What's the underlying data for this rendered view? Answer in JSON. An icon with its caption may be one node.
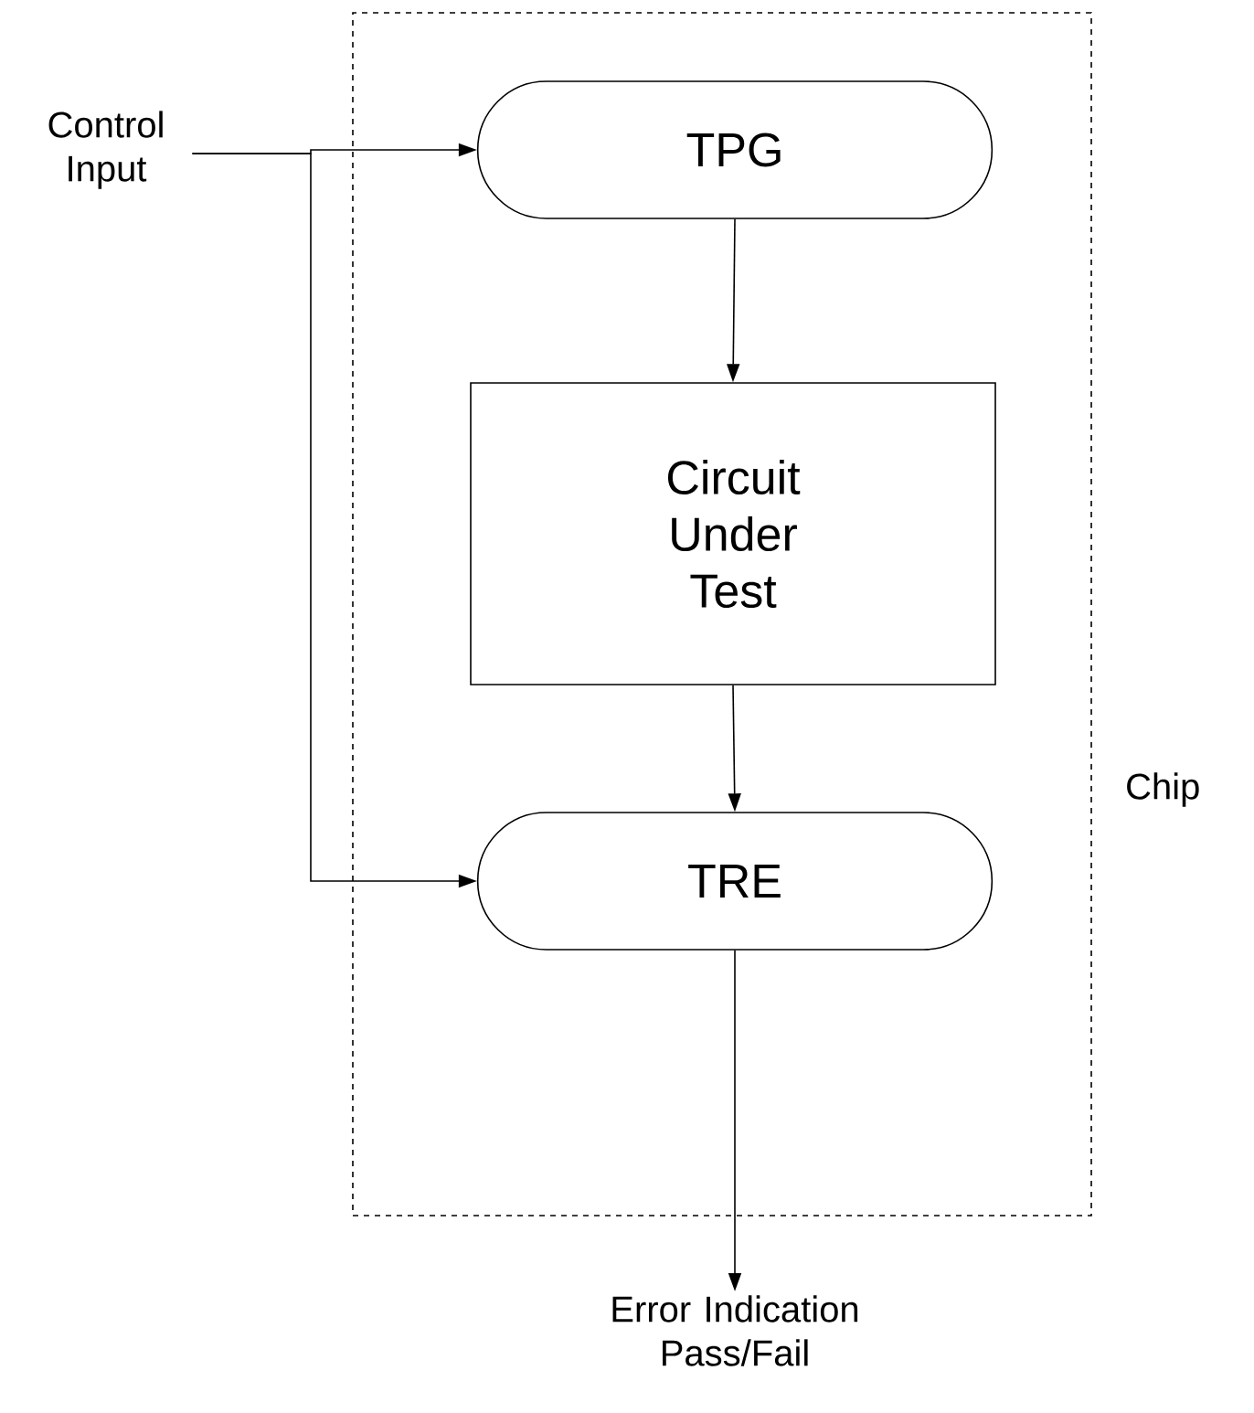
{
  "diagram": {
    "nodes": [
      {
        "text": [
          "Chip"
        ]
      },
      {
        "text": [
          "TPG"
        ],
        "in": 0
      },
      {
        "text": [
          "Circuit Under Test"
        ],
        "in": 0
      },
      {
        "text": [
          "TRE"
        ],
        "in": 0
      },
      {
        "text": [
          "Control Input"
        ]
      },
      {
        "text": [
          "Error Indication Pass/Fail"
        ]
      }
    ],
    "edges": [
      {
        "from": 4,
        "to": 1,
        "arrow": "to"
      },
      {
        "from": 4,
        "to": 3,
        "arrow": "to"
      },
      {
        "from": 1,
        "to": 2,
        "arrow": "to"
      },
      {
        "from": 2,
        "to": 3,
        "arrow": "to"
      },
      {
        "from": 3,
        "to": 5,
        "arrow": "to"
      }
    ]
  }
}
